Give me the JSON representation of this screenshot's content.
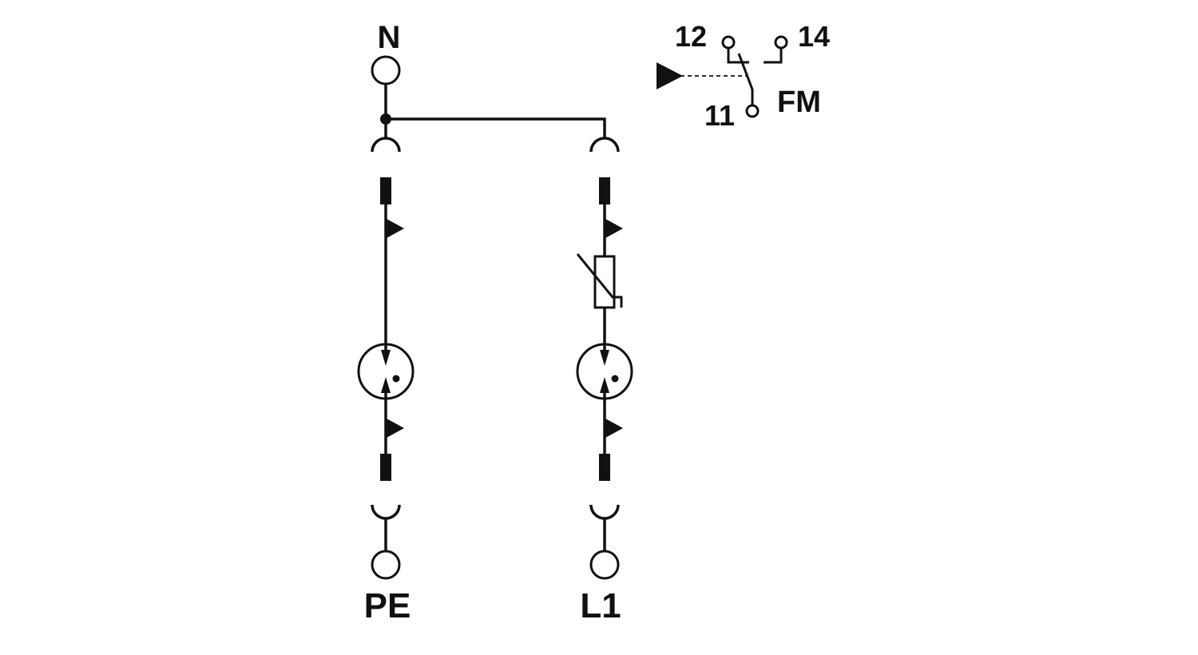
{
  "terminals": {
    "top": "N",
    "bottom_left": "PE",
    "bottom_right": "L1"
  },
  "contact": {
    "pin_12": "12",
    "pin_14": "14",
    "pin_11": "11",
    "name": "FM"
  },
  "colors": {
    "line": "#111111",
    "background": "#ffffff"
  }
}
